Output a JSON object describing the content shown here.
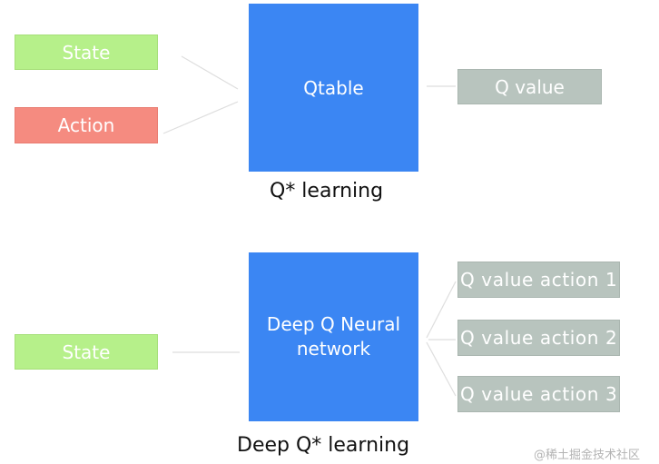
{
  "top": {
    "inputs": [
      "State",
      "Action"
    ],
    "model": "Qtable",
    "output": "Q value",
    "caption": "Q* learning"
  },
  "bottom": {
    "input": "State",
    "model_lines": [
      "Deep Q Neural",
      "network"
    ],
    "outputs": [
      "Q value action 1",
      "Q value action 2",
      "Q value action 3"
    ],
    "caption": "Deep Q* learning"
  },
  "watermark": "@稀土掘金技术社区",
  "colors": {
    "state": "#b6f08a",
    "action": "#f58b80",
    "output": "#b8c4be",
    "network": "#3b86f3"
  }
}
